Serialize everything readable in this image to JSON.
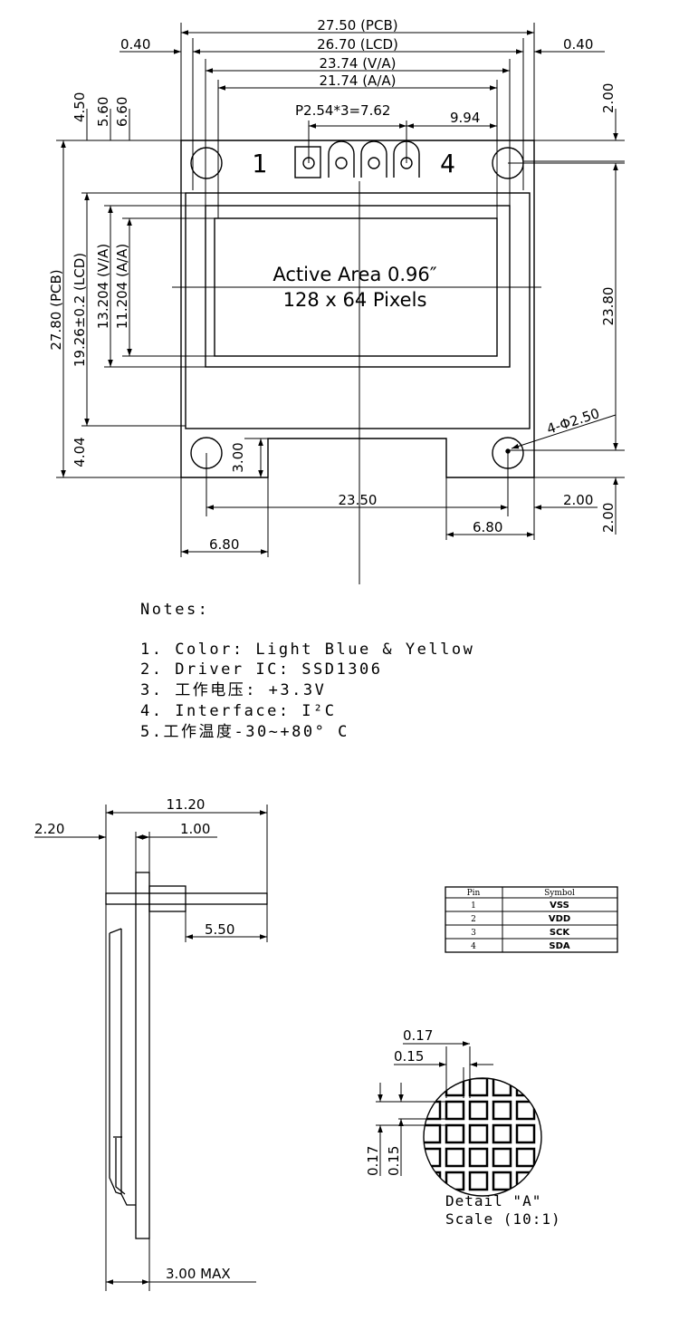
{
  "front_view": {
    "dims": {
      "pcb_width": "27.50 (PCB)",
      "lcd_width": "26.70 (LCD)",
      "va_width": "23.74 (V/A)",
      "aa_width": "21.74 (A/A)",
      "left_offset": "0.40",
      "right_offset": "0.40",
      "pin_pitch": "P2.54*3=7.62",
      "pin_offset": "9.94",
      "top_margin_right": "2.00",
      "d_4_50": "4.50",
      "d_5_60": "5.60",
      "d_6_60": "6.60",
      "pcb_height": "27.80 (PCB)",
      "lcd_height": "19.26±0.2 (LCD)",
      "va_height": "13.204 (V/A)",
      "aa_height": "11.204 (A/A)",
      "hole_spacing_v": "23.80",
      "bottom_4_04": "4.04",
      "notch_depth": "3.00",
      "hole_spacing_h": "23.50",
      "hole_dia": "4-Φ2.50",
      "bottom_right_2_00": "2.00",
      "bottom_right_2_00_v": "2.00",
      "notch_left": "6.80",
      "notch_right": "6.80"
    },
    "pin_1_label": "1",
    "pin_4_label": "4",
    "active_area_line1": "Active Area 0.96″",
    "active_area_line2": "128 x 64 Pixels"
  },
  "notes": {
    "title": "Notes:",
    "items": [
      "1. Color: Light Blue & Yellow",
      "2. Driver IC: SSD1306",
      "3. 工作电压: +3.3V",
      "4. Interface: I²C",
      "5.工作温度-30~+80° C"
    ]
  },
  "side_view": {
    "total_depth": "11.20",
    "d_2_20": "2.20",
    "d_1_00": "1.00",
    "pin_length": "5.50",
    "max_height": "3.00 MAX"
  },
  "pin_table": {
    "headers": [
      "Pin",
      "Symbol"
    ],
    "rows": [
      {
        "pin": "1",
        "symbol": "VSS"
      },
      {
        "pin": "2",
        "symbol": "VDD"
      },
      {
        "pin": "3",
        "symbol": "SCK"
      },
      {
        "pin": "4",
        "symbol": "SDA"
      }
    ]
  },
  "detail": {
    "pitch_h": "0.17",
    "pixel_h": "0.15",
    "pitch_v": "0.17",
    "pixel_v": "0.15",
    "caption_line1": "Detail \"A\"",
    "caption_line2": "Scale (10:1)"
  }
}
